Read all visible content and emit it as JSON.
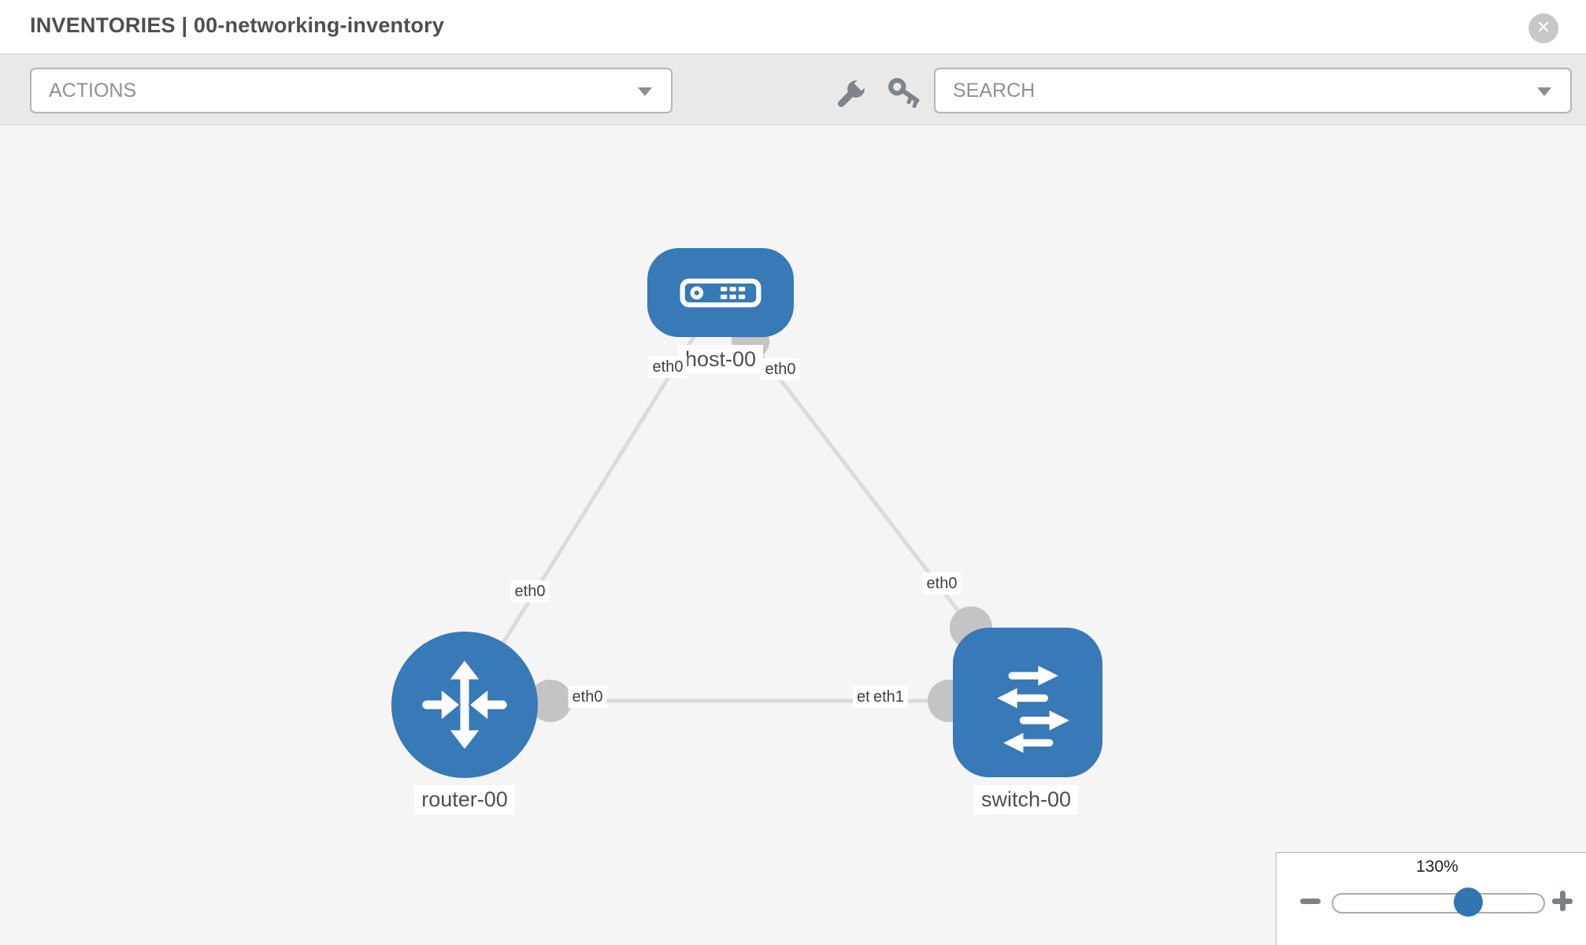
{
  "header": {
    "title": "INVENTORIES | 00-networking-inventory"
  },
  "toolbar": {
    "actions_dropdown": {
      "value": "ACTIONS"
    },
    "search_dropdown": {
      "value": "SEARCH"
    },
    "tool_icons": [
      "wrench-icon",
      "key-icon"
    ]
  },
  "topology": {
    "nodes": [
      {
        "id": "host-00",
        "type": "host",
        "label": "host-00"
      },
      {
        "id": "router-00",
        "type": "router",
        "label": "router-00"
      },
      {
        "id": "switch-00",
        "type": "switch",
        "label": "switch-00"
      }
    ],
    "links": [
      {
        "from": "router-00",
        "to": "host-00",
        "labels": [
          "eth0",
          "eth0"
        ]
      },
      {
        "from": "host-00",
        "to": "switch-00",
        "labels": [
          "eth0",
          "eth0"
        ]
      },
      {
        "from": "router-00",
        "to": "switch-00",
        "labels": [
          "eth0",
          "eth0",
          "eth1"
        ]
      }
    ]
  },
  "zoom_control": {
    "value": "130%",
    "minus_icon": "minus-icon",
    "plus_icon": "plus-icon"
  },
  "colors": {
    "node_blue": "#3879b7",
    "link_gray": "#dbdbdb",
    "connector_gray": "#c4c4c4",
    "canvas_bg": "#f5f5f6",
    "toolbar_bg": "#e9e9e9"
  }
}
